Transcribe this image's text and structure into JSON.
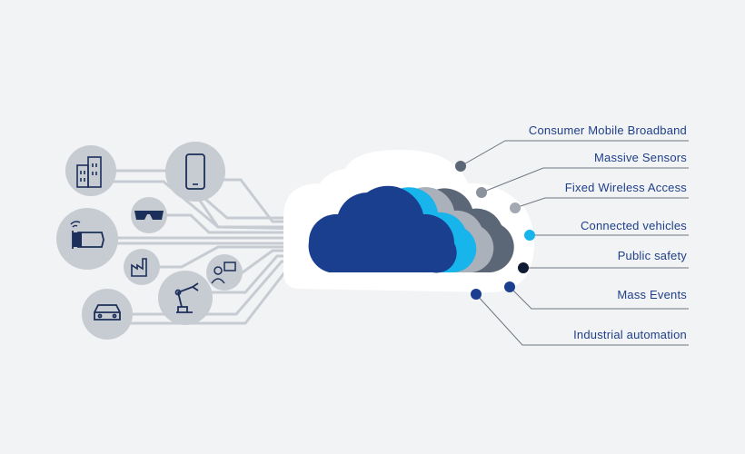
{
  "colors": {
    "background": "#f2f3f5",
    "circuit": "#c7ccd3",
    "icon_circle": "#c7ccd3",
    "icon_stroke": "#1c2e5a",
    "cloud_halo": "#ffffff",
    "cloud_main": "#1a3f8f",
    "cloud_cyan": "#18b4ec",
    "cloud_gray": "#aab1ba",
    "cloud_slate": "#5b6677",
    "label_text": "#1f3f8a",
    "leader_line": "#6f7782"
  },
  "devices": [
    {
      "icon": "buildings-icon"
    },
    {
      "icon": "smartphone-icon"
    },
    {
      "icon": "smart-glasses-icon"
    },
    {
      "icon": "smartwatch-hand-icon"
    },
    {
      "icon": "factory-icon"
    },
    {
      "icon": "remote-worker-icon"
    },
    {
      "icon": "robot-arm-icon"
    },
    {
      "icon": "car-icon"
    }
  ],
  "use_cases": [
    {
      "label": "Consumer Mobile Broadband",
      "dot_color": "#5b6677"
    },
    {
      "label": "Massive Sensors",
      "dot_color": "#8a929c"
    },
    {
      "label": "Fixed Wireless Access",
      "dot_color": "#a3a9b2"
    },
    {
      "label": "Connected vehicles",
      "dot_color": "#18b4ec"
    },
    {
      "label": "Public safety",
      "dot_color": "#0f1a33"
    },
    {
      "label": "Mass Events",
      "dot_color": "#1a3f8f"
    },
    {
      "label": "Industrial automation",
      "dot_color": "#1a3f8f"
    }
  ]
}
